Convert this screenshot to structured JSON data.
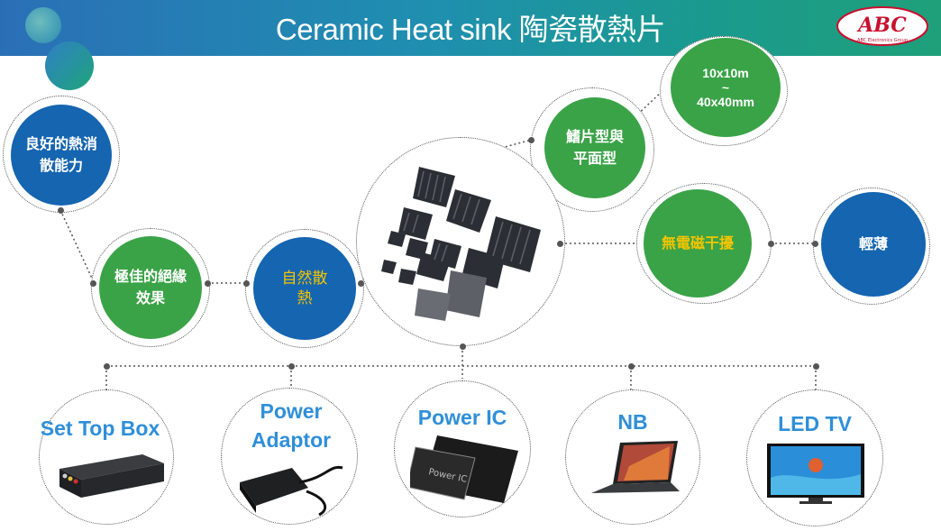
{
  "header": {
    "title": "Ceramic Heat sink 陶瓷散熱片",
    "logo_text": "ABC",
    "logo_subtitle": "ABC Electronics Group"
  },
  "features": {
    "thermal": "良好的熱消散能力",
    "insulation": "極佳的絕緣效果",
    "natural": "自然散熱",
    "fin_type": "鰭片型與平面型",
    "size_range_top": "10x10m",
    "size_range_sep": "~",
    "size_range_bottom": "40x40mm",
    "no_emi": "無電磁干擾",
    "light_thin": "輕薄"
  },
  "applications": [
    {
      "label": "Set Top Box",
      "icon": "set-top-box-icon"
    },
    {
      "label": "Power Adaptor",
      "icon": "power-adaptor-icon"
    },
    {
      "label": "Power IC",
      "icon": "chip-icon",
      "chip_text": "Power IC"
    },
    {
      "label": "NB",
      "icon": "laptop-icon"
    },
    {
      "label": "LED TV",
      "icon": "tv-icon"
    }
  ],
  "colors": {
    "accent_blue": "#1565b0",
    "accent_green": "#3aa347",
    "label_blue": "#2f8fd8",
    "highlight_yellow": "#f5c400"
  }
}
